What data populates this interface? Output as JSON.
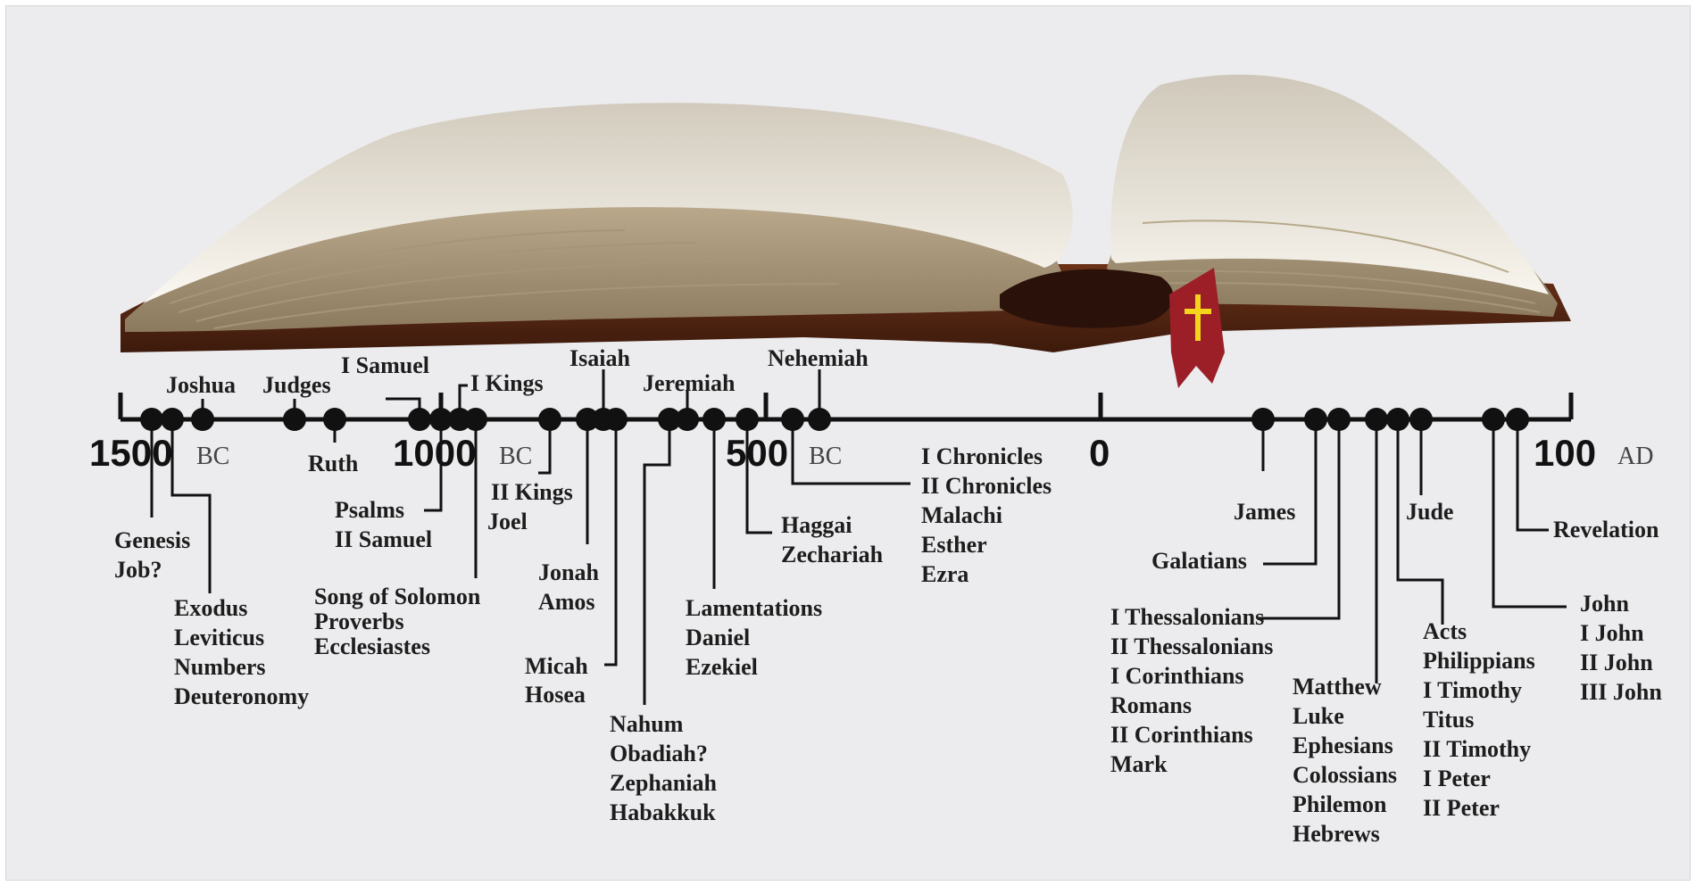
{
  "timeline": {
    "ticks": [
      {
        "key": "t1500",
        "label": "1500",
        "era": "BC"
      },
      {
        "key": "t1000",
        "label": "1000",
        "era": "BC"
      },
      {
        "key": "t500",
        "label": "500",
        "era": "BC"
      },
      {
        "key": "t0",
        "label": "0",
        "era": ""
      },
      {
        "key": "t100",
        "label": "100",
        "era": "AD"
      }
    ],
    "labels_above": {
      "joshua": "Joshua",
      "judges": "Judges",
      "samuel1": "I Samuel",
      "kings1": "I Kings",
      "isaiah": "Isaiah",
      "jeremiah": "Jeremiah",
      "nehemiah": "Nehemiah"
    },
    "labels_below": {
      "ruth": "Ruth",
      "genesis": [
        "Genesis",
        "Job?"
      ],
      "exodus": [
        "Exodus",
        "Leviticus",
        "Numbers",
        "Deuteronomy"
      ],
      "psalms": [
        "Psalms",
        "II Samuel"
      ],
      "song": [
        "Song of Solomon",
        "Proverbs",
        "Ecclesiastes"
      ],
      "kings2": [
        "II Kings",
        "Joel"
      ],
      "jonah": [
        "Jonah",
        "Amos"
      ],
      "micah": [
        "Micah",
        "Hosea"
      ],
      "nahum": [
        "Nahum",
        "Obadiah?",
        "Zephaniah",
        "Habakkuk"
      ],
      "lamentations": [
        "Lamentations",
        "Daniel",
        "Ezekiel"
      ],
      "haggai": [
        "Haggai",
        "Zechariah"
      ],
      "chronicles": [
        "I Chronicles",
        "II Chronicles",
        "Malachi",
        "Esther",
        "Ezra"
      ],
      "james": "James",
      "galatians": "Galatians",
      "thessalonians": [
        "I Thessalonians",
        "II Thessalonians",
        "I Corinthians",
        "Romans",
        "II Corinthians",
        "Mark"
      ],
      "matthew": [
        "Matthew",
        "Luke",
        "Ephesians",
        "Colossians",
        "Philemon",
        "Hebrews"
      ],
      "acts": [
        "Acts",
        "Philippians",
        "I Timothy",
        "Titus",
        "II Timothy",
        "I Peter",
        "II Peter"
      ],
      "jude": "Jude",
      "john": [
        "John",
        "I John",
        "II John",
        "III John"
      ],
      "revelation": "Revelation"
    }
  },
  "colors": {
    "background": "#ececee",
    "ink": "#111111",
    "cover": "#5a2a16",
    "pages": "#e4ddd0",
    "ribbon": "#9c1f28",
    "cross": "#f4d41c"
  },
  "icons": {
    "book": "open-bible-illustration",
    "cross": "cross-icon"
  }
}
